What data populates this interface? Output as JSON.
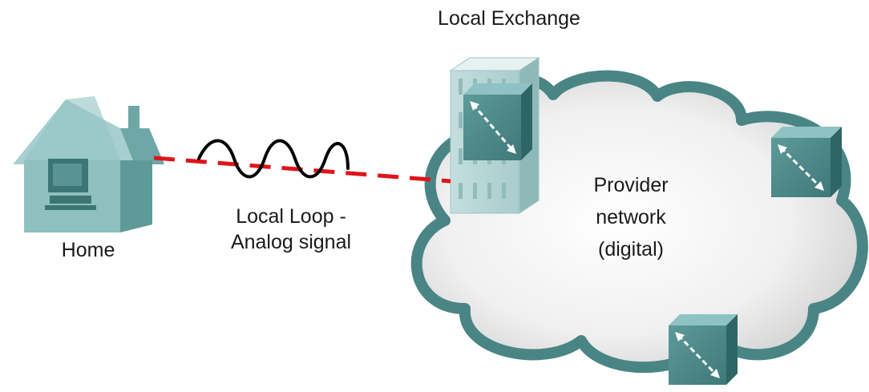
{
  "labels": {
    "local_exchange": "Local Exchange",
    "home": "Home",
    "local_loop_line1": "Local Loop -",
    "local_loop_line2": "Analog signal",
    "provider_line1": "Provider",
    "provider_line2": "network",
    "provider_line3": "(digital)"
  },
  "icons": {
    "home": "house-with-computer-icon",
    "exchange": "building-switch-icon",
    "switch": "network-switch-icon",
    "cloud": "cloud-icon",
    "signal": "analog-wave-icon"
  },
  "colors": {
    "device_teal": "#4f8c8c",
    "house_teal": "#7fb4b4",
    "cloud_outline": "#4a8585",
    "link_red": "#e0141a",
    "wave": "#000000"
  }
}
